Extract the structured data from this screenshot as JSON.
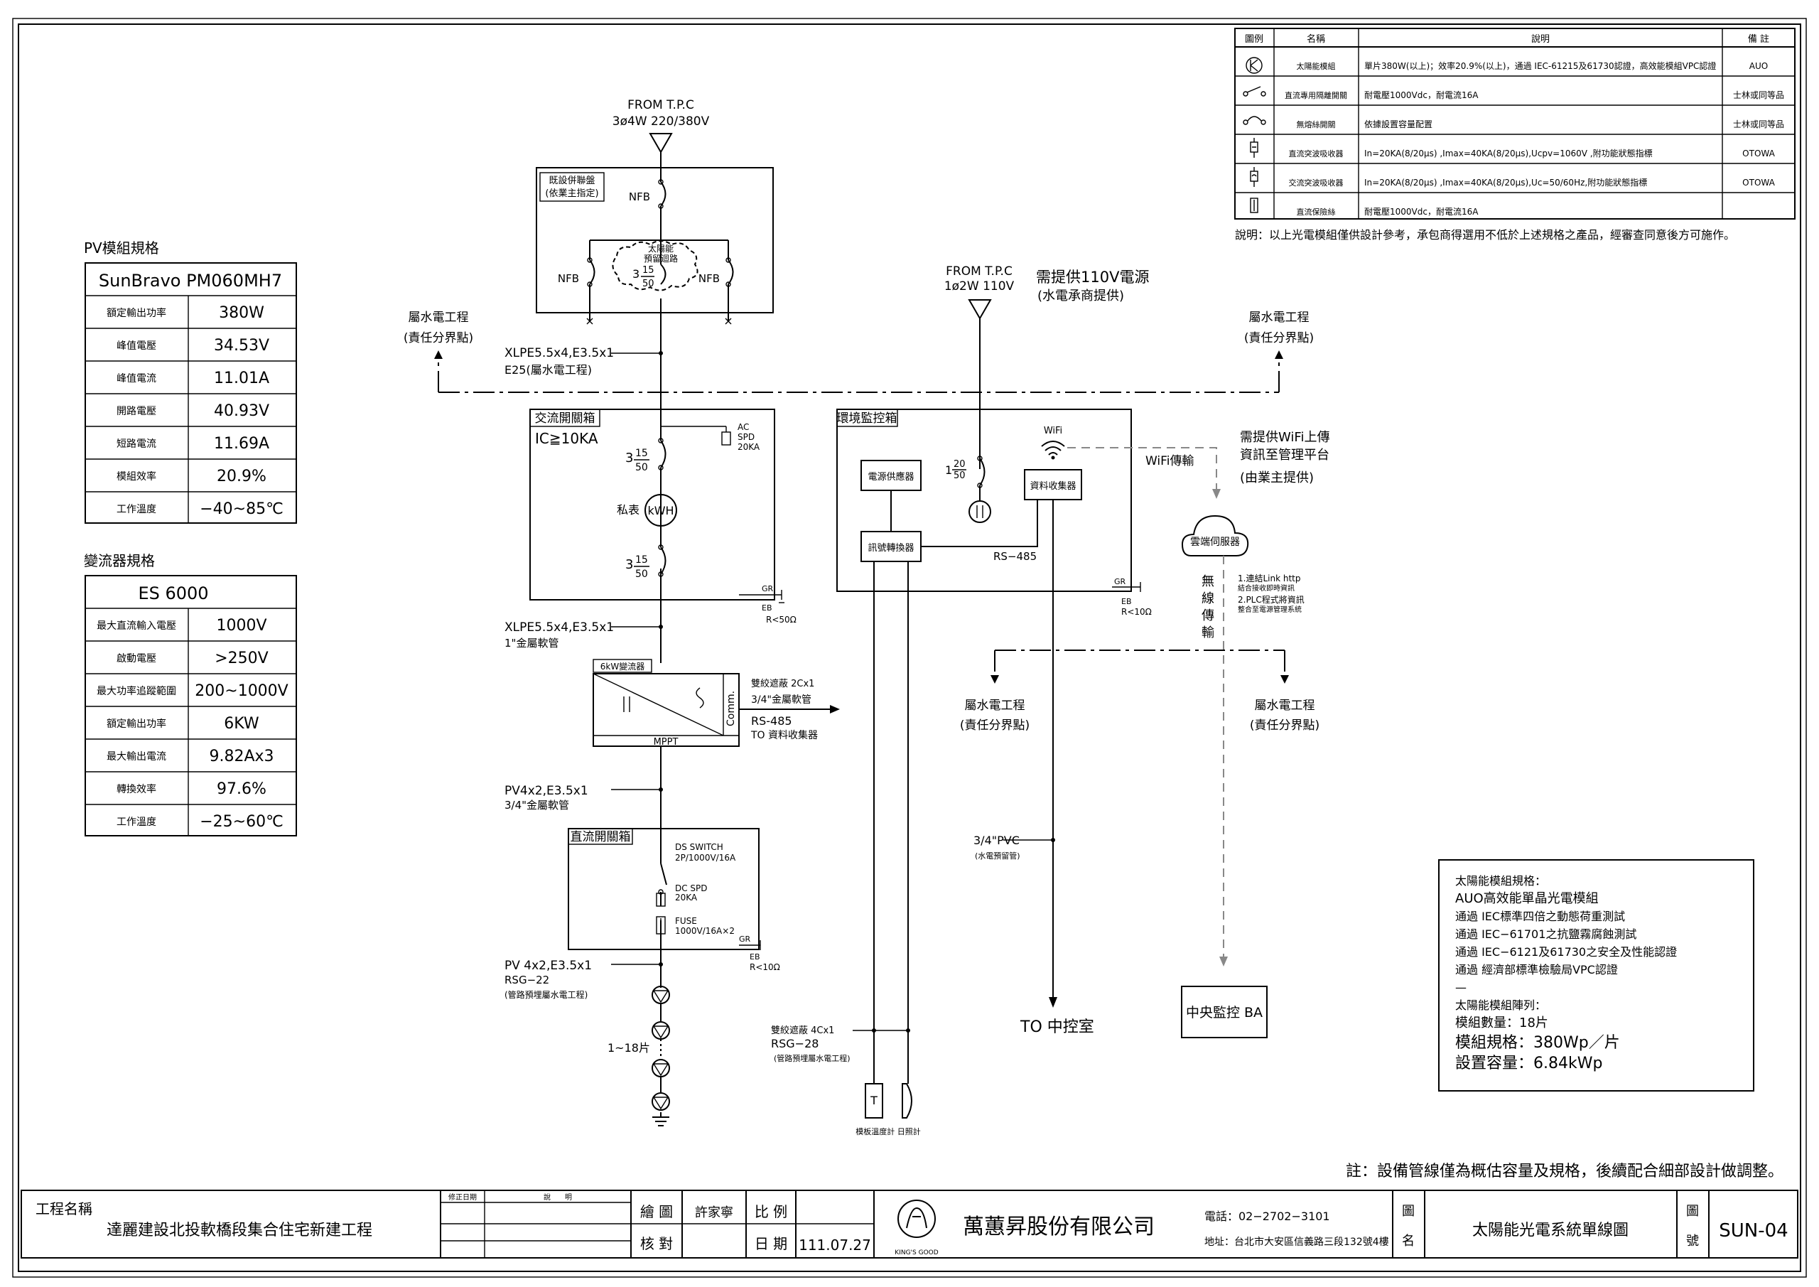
{
  "legend": {
    "headers": [
      "圖例",
      "名稱",
      "說明",
      "備 註"
    ],
    "rows": [
      {
        "symbol": "pv-module-icon",
        "name": "太陽能模組",
        "desc": "單片380W(以上)；效率20.9%(以上)，通過 IEC-61215及61730認證，高效能模組VPC認證",
        "note": "AUO"
      },
      {
        "symbol": "dc-disconnect-icon",
        "name": "直流專用隔離開關",
        "desc": "耐電壓1000Vdc，耐電流16A",
        "note": "士林或同等品"
      },
      {
        "symbol": "breaker-icon",
        "name": "無熔絲開關",
        "desc": "依據設置容量配置",
        "note": "士林或同等品"
      },
      {
        "symbol": "dc-spd-icon",
        "name": "直流突波吸收器",
        "desc": "In=20KA(8/20μs) ,Imax=40KA(8/20μs),Ucpv=1060V ,附功能狀態指標",
        "note": "OTOWA"
      },
      {
        "symbol": "ac-spd-icon",
        "name": "交流突波吸收器",
        "desc": "In=20KA(8/20μs) ,Imax=40KA(8/20μs),Uc=50/60Hz,附功能狀態指標",
        "note": "OTOWA"
      },
      {
        "symbol": "dc-fuse-icon",
        "name": "直流保險絲",
        "desc": "耐電壓1000Vdc，耐電流16A",
        "note": ""
      }
    ],
    "footnote": "說明：以上光電模組僅供設計參考，承包商得選用不低於上述規格之產品，經審查同意後方可施作。"
  },
  "pv_spec": {
    "title": "PV模組規格",
    "model": "SunBravo PM060MH7",
    "rows": [
      [
        "額定輸出功率",
        "380W"
      ],
      [
        "峰值電壓",
        "34.53V"
      ],
      [
        "峰值電流",
        "11.01A"
      ],
      [
        "開路電壓",
        "40.93V"
      ],
      [
        "短路電流",
        "11.69A"
      ],
      [
        "模組效率",
        "20.9%"
      ],
      [
        "工作溫度",
        "−40~85℃"
      ]
    ]
  },
  "inv_spec": {
    "title": "變流器規格",
    "model": "ES 6000",
    "rows": [
      [
        "最大直流輸入電壓",
        "1000V"
      ],
      [
        "啟動電壓",
        ">250V"
      ],
      [
        "最大功率追蹤範圍",
        "200~1000V"
      ],
      [
        "額定輸出功率",
        "6KW"
      ],
      [
        "最大輸出電流",
        "9.82Ax3"
      ],
      [
        "轉換效率",
        "97.6%"
      ],
      [
        "工作溫度",
        "−25~60℃"
      ]
    ]
  },
  "diagram": {
    "from_tpc_main": [
      "FROM T.P.C",
      "3ø4W 220/380V"
    ],
    "existing_panel": [
      "既設併聯盤",
      "(依業主指定)"
    ],
    "nfb": "NFB",
    "solar_reserved": [
      "太陽能",
      "預留迴路"
    ],
    "breaker_top": "3",
    "breaker_bot": "50",
    "breaker_mid": "15",
    "xlpe1": [
      "XLPE5.5x4,E3.5x1",
      "E25(屬水電工程)"
    ],
    "water_elec": [
      "屬水電工程",
      "(責任分界點)"
    ],
    "ac_box": {
      "title": "交流開關箱",
      "ic": "IC≧10KA",
      "spd": [
        "AC",
        "SPD",
        "20KA"
      ],
      "meter_label": "私表",
      "meter": "kWH",
      "gr": "GR",
      "e": "EB",
      "r": "R<50Ω"
    },
    "xlpe2": [
      "XLPE5.5x4,E3.5x1",
      "1\"金屬軟管"
    ],
    "inverter": {
      "tag": "6kW變流器",
      "mppt": "MPPT",
      "comm": "Comm.",
      "cable": [
        "雙絞遮蔽 2Cx1",
        "3/4\"金屬軟管"
      ],
      "rs485": [
        "RS-485",
        "TO 資料收集器"
      ]
    },
    "pv4": [
      "PV4x2,E3.5x1",
      "3/4\"金屬軟管"
    ],
    "dc_box": {
      "title": "直流開關箱",
      "ds": [
        "DS SWITCH",
        "2P/1000V/16A"
      ],
      "spd": [
        "DC SPD",
        "20KA"
      ],
      "fuse": [
        "FUSE",
        "1000V/16A×2"
      ],
      "gr": "GR",
      "e": "EB",
      "r": "R<10Ω"
    },
    "pv_rsg": [
      "PV 4x2,E3.5x1",
      "RSG−22",
      "(管路預埋屬水電工程)"
    ],
    "modules": "1~18片",
    "from_tpc_110": [
      "FROM T.P.C",
      "1ø2W 110V"
    ],
    "need110": [
      "需提供110V電源",
      "(水電承商提供)"
    ],
    "env_box": {
      "title": "環境監控箱",
      "psu": "電源供應器",
      "conv": "訊號轉換器",
      "collector": "資料收集器",
      "wifi": "WiFi",
      "rs485": "RS−485",
      "breaker_top": "1",
      "breaker_mid": "20",
      "breaker_bot": "50",
      "gr": "GR",
      "e": "EB",
      "r": "R<10Ω"
    },
    "wifi_tx": "WiFi傳輸",
    "need_wifi": [
      "需提供WiFi上傳",
      "資訊至管理平台",
      "(由業主提供)"
    ],
    "cloud": "雲端伺服器",
    "wireless": [
      "無",
      "線",
      "傳",
      "輸"
    ],
    "cloud_notes": [
      "1.連結Link http",
      "結合接收即時資訊",
      "2.PLC程式將資訊",
      "整合至電源管理系統"
    ],
    "twisted": [
      "雙絞遮蔽 4Cx1",
      "RSG−28",
      "(管路預埋屬水電工程)"
    ],
    "pvc": [
      "3/4\"PVC",
      "(水電預留管)"
    ],
    "to_center": "TO 中控室",
    "central": "中央監控 BA",
    "sensors": "模板溫度計 日照計",
    "sensor_t": "T"
  },
  "aux_note": [
    "太陽能模組規格：",
    "AUO高效能單晶光電模組",
    "通過 IEC標準四倍之動態荷重測試",
    "通過 IEC−61701之抗鹽霧腐蝕測試",
    "通過 IEC−6121及61730之安全及性能認證",
    "通過 經濟部標準檢驗局VPC認證",
    "—",
    "太陽能模組陣列：",
    "模組數量：18片",
    "模組規格：380Wp／片",
    "設置容量：6.84kWp"
  ],
  "bottom_note": "註：設備管線僅為概估容量及規格，後續配合細部設計做調整。",
  "title_block": {
    "proj_label": "工程名稱",
    "proj_name": "達麗建設北投軟橋段集合住宅新建工程",
    "rev_date": "修正日期",
    "rev_desc": "說　　明",
    "draw": "繪 圖",
    "drawer": "許家寧",
    "check": "核 對",
    "scale": "比 例",
    "date_label": "日 期",
    "date": "111.07.27",
    "company": "萬蕙昇股份有限公司",
    "logo_text": "KING'S GOOD",
    "phone": "電話：02−2702−3101",
    "address": "地址：台北市大安區信義路三段132號4樓",
    "fig_name_label": "圖名",
    "fig_name": "太陽能光電系統單線圖",
    "fig_no_label": "圖號",
    "fig_no": "SUN-04"
  }
}
